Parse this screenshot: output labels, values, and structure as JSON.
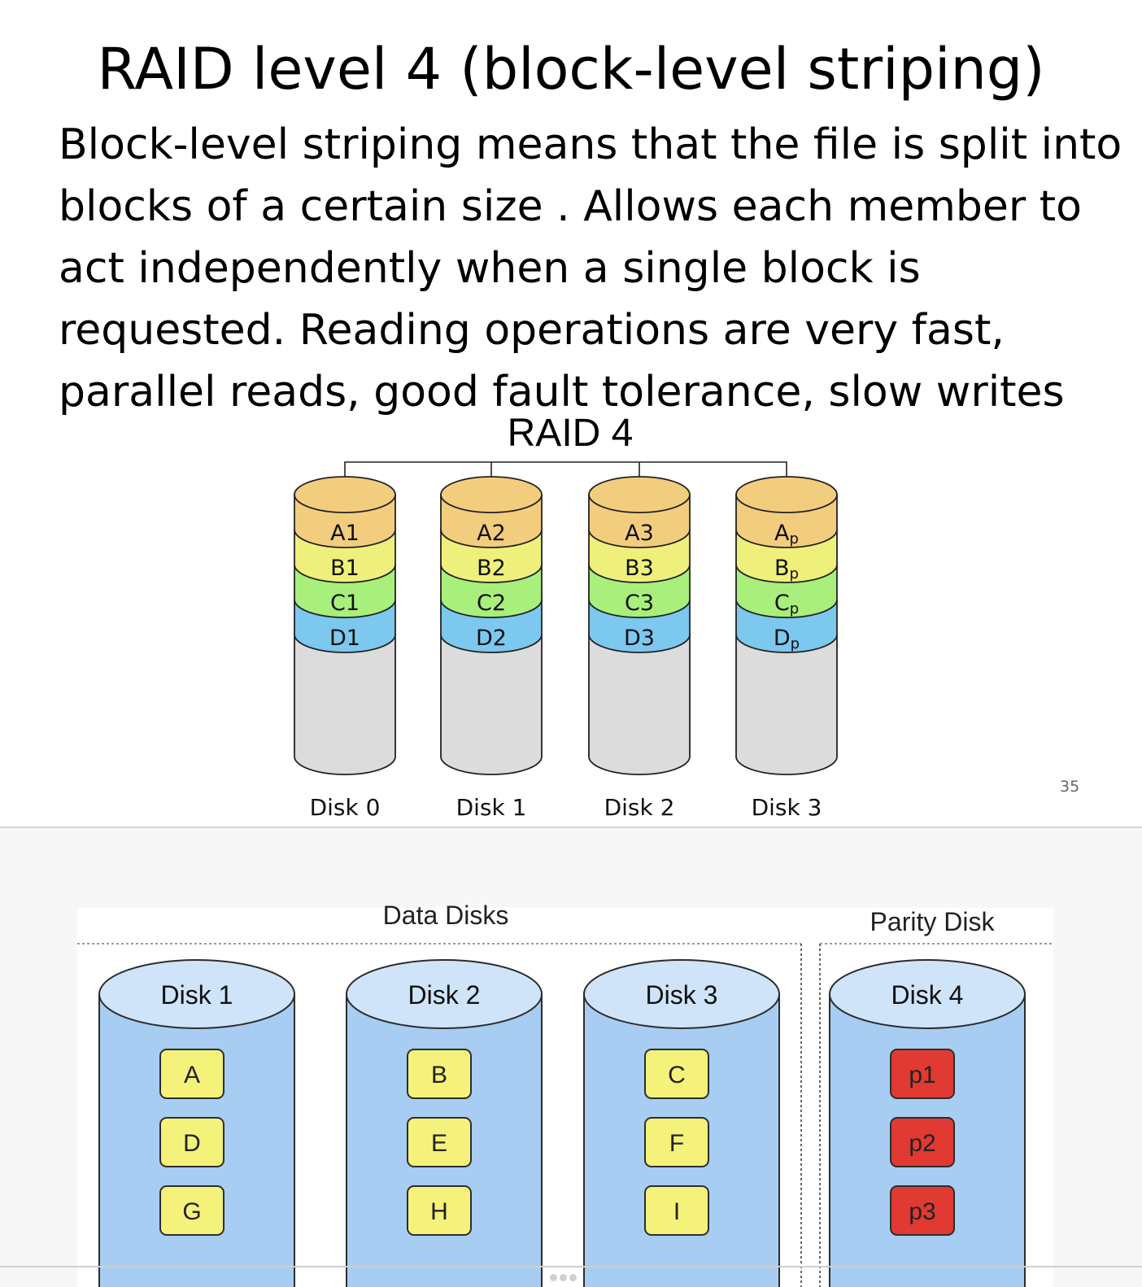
{
  "slide": {
    "title": "RAID level 4 (block-level striping)",
    "body": "Block-level striping means that the file is split into blocks of a certain size .  Allows each member to act independently when a single block is requested. Reading operations are very fast, parallel reads, good fault tolerance, slow writes",
    "page_number": "35"
  },
  "raid4_diagram": {
    "title": "RAID 4",
    "disks": [
      {
        "label": "Disk 0",
        "blocks": [
          {
            "t": "A1",
            "sub": ""
          },
          {
            "t": "B1",
            "sub": ""
          },
          {
            "t": "C1",
            "sub": ""
          },
          {
            "t": "D1",
            "sub": ""
          }
        ]
      },
      {
        "label": "Disk 1",
        "blocks": [
          {
            "t": "A2",
            "sub": ""
          },
          {
            "t": "B2",
            "sub": ""
          },
          {
            "t": "C2",
            "sub": ""
          },
          {
            "t": "D2",
            "sub": ""
          }
        ]
      },
      {
        "label": "Disk 2",
        "blocks": [
          {
            "t": "A3",
            "sub": ""
          },
          {
            "t": "B3",
            "sub": ""
          },
          {
            "t": "C3",
            "sub": ""
          },
          {
            "t": "D3",
            "sub": ""
          }
        ]
      },
      {
        "label": "Disk 3",
        "blocks": [
          {
            "t": "A",
            "sub": "p"
          },
          {
            "t": "B",
            "sub": "p"
          },
          {
            "t": "C",
            "sub": "p"
          },
          {
            "t": "D",
            "sub": "p"
          }
        ]
      }
    ],
    "block_colors": [
      "#f3cd7e",
      "#eff07c",
      "#a8ef7c",
      "#7cc8ef"
    ],
    "empty_color": "#dcdcdc"
  },
  "lower_diagram": {
    "data_group_label": "Data Disks",
    "parity_group_label": "Parity Disk",
    "disks": [
      {
        "label": "Disk 1",
        "blocks": [
          "A",
          "D",
          "G"
        ],
        "kind": "data"
      },
      {
        "label": "Disk 2",
        "blocks": [
          "B",
          "E",
          "H"
        ],
        "kind": "data"
      },
      {
        "label": "Disk 3",
        "blocks": [
          "C",
          "F",
          "I"
        ],
        "kind": "data"
      },
      {
        "label": "Disk 4",
        "blocks": [
          "p1",
          "p2",
          "p3"
        ],
        "kind": "parity"
      }
    ],
    "colors": {
      "cylinder_body": "#a8cdf2",
      "cylinder_top": "#cfe4f8",
      "data_block": "#f4f27a",
      "parity_block": "#e03a33"
    }
  }
}
